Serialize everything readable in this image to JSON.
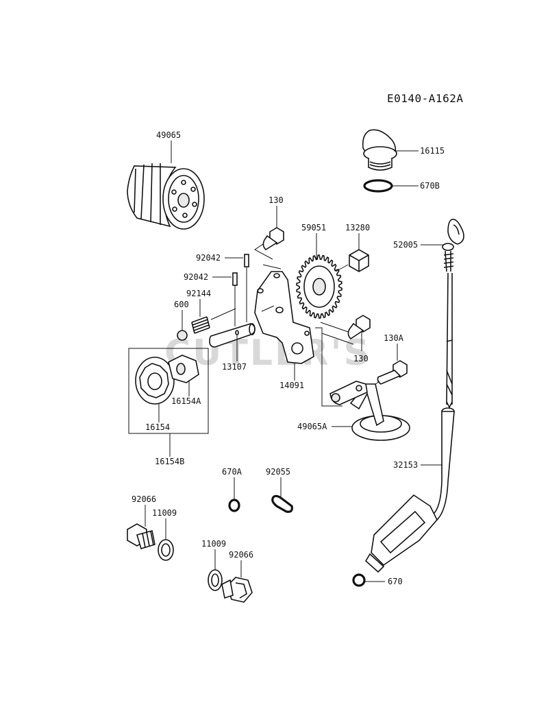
{
  "diagram": {
    "code": "E0140-A162A",
    "watermark": "CUTLER'S"
  },
  "labels": {
    "p49065": "49065",
    "p16115": "16115",
    "p670B": "670B",
    "p130_top": "130",
    "p59051": "59051",
    "p13280": "13280",
    "p52005": "52005",
    "p92042_a": "92042",
    "p92042_b": "92042",
    "p92144": "92144",
    "p600": "600",
    "p130_mid": "130",
    "p130A": "130A",
    "p13107": "13107",
    "p14091": "14091",
    "p16154A": "16154A",
    "p16154": "16154",
    "p16154B": "16154B",
    "p49065A": "49065A",
    "p670A": "670A",
    "p92055": "92055",
    "p32153": "32153",
    "p92066_a": "92066",
    "p11009_a": "11009",
    "p11009_b": "11009",
    "p92066_b": "92066",
    "p670": "670"
  }
}
